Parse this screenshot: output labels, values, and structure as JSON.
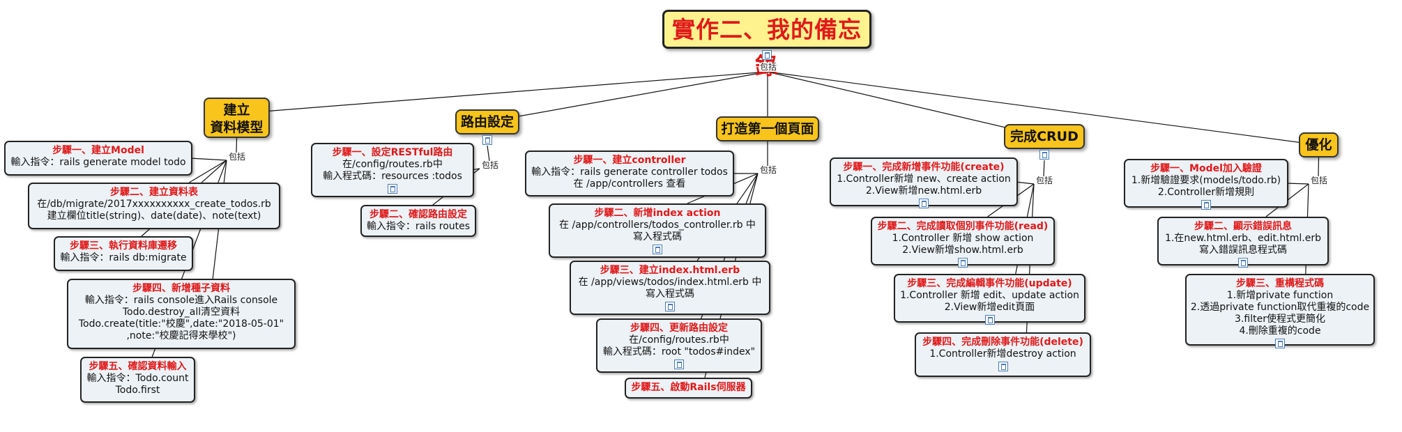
{
  "root": {
    "title": "實作二、我的備忘錄"
  },
  "relation_label": "包括",
  "branches": [
    {
      "title_lines": [
        "建立",
        "資料模型"
      ],
      "steps": [
        {
          "title": "步驟一、建立Model",
          "lines": [
            "輸入指令：rails generate model todo"
          ]
        },
        {
          "title": "步驟二、建立資料表",
          "lines": [
            "在/db/migrate/2017xxxxxxxxxx_create_todos.rb",
            "建立欄位title(string)、date(date)、note(text)"
          ]
        },
        {
          "title": "步驟三、執行資料庫遷移",
          "lines": [
            "輸入指令：rails db:migrate"
          ]
        },
        {
          "title": "步驟四、新增種子資料",
          "lines": [
            "輸入指令：rails console進入Rails console",
            "Todo.destroy_all清空資料",
            "Todo.create(title:\"校慶\",date:\"2018-05-01\"",
            ",note:\"校慶記得來學校\")"
          ]
        },
        {
          "title": "步驟五、確認資料輸入",
          "lines": [
            "輸入指令：Todo.count",
            "Todo.first"
          ]
        }
      ]
    },
    {
      "title_lines": [
        "路由設定"
      ],
      "steps": [
        {
          "title": "步驟一、設定RESTful路由",
          "lines": [
            "在/config/routes.rb中",
            "輸入程式碼：resources :todos"
          ]
        },
        {
          "title": "步驟二、確認路由設定",
          "lines": [
            "輸入指令：rails routes"
          ]
        }
      ]
    },
    {
      "title_lines": [
        "打造第一個頁面"
      ],
      "steps": [
        {
          "title": "步驟一、建立controller",
          "lines": [
            "輸入指令：rails generate controller todos",
            "在 /app/controllers 查看"
          ]
        },
        {
          "title": "步驟二、新增index action",
          "lines": [
            "在 /app/controllers/todos_controller.rb 中",
            "寫入程式碼"
          ]
        },
        {
          "title": "步驟三、建立index.html.erb",
          "lines": [
            "在 /app/views/todos/index.html.erb 中",
            "寫入程式碼"
          ]
        },
        {
          "title": "步驟四、更新路由設定",
          "lines": [
            "在/config/routes.rb中",
            "輸入程式碼：root \"todos#index\""
          ]
        },
        {
          "title": "步驟五、啟動Rails伺服器",
          "lines": []
        }
      ]
    },
    {
      "title_lines": [
        "完成CRUD"
      ],
      "steps": [
        {
          "title": "步驟一、完成新增事件功能(create)",
          "lines": [
            "1.Controller新增 new、create action",
            "2.View新增new.html.erb"
          ]
        },
        {
          "title": "步驟二、完成讀取個別事件功能(read)",
          "lines": [
            "1.Controller 新增 show action",
            "2.View新增show.html.erb"
          ]
        },
        {
          "title": "步驟三、完成編輯事件功能(update)",
          "lines": [
            "1.Controller 新增 edit、update action",
            "2.View新增edit頁面"
          ]
        },
        {
          "title": "步驟四、完成刪除事件功能(delete)",
          "lines": [
            "1.Controller新增destroy action"
          ]
        }
      ]
    },
    {
      "title_lines": [
        "優化"
      ],
      "steps": [
        {
          "title": "步驟一、Model加入驗證",
          "lines": [
            "1.新增驗證要求(models/todo.rb)",
            "2.Controller新增規則"
          ]
        },
        {
          "title": "步驟二、顯示錯誤訊息",
          "lines": [
            "1.在new.html.erb、edit.html.erb",
            "寫入錯誤訊息程式碼"
          ]
        },
        {
          "title": "步驟三、重構程式碼",
          "lines": [
            "1.新增private function",
            "2.透過private function取代重複的code",
            "3.filter使程式更簡化",
            "4.刪除重複的code"
          ]
        }
      ]
    }
  ]
}
